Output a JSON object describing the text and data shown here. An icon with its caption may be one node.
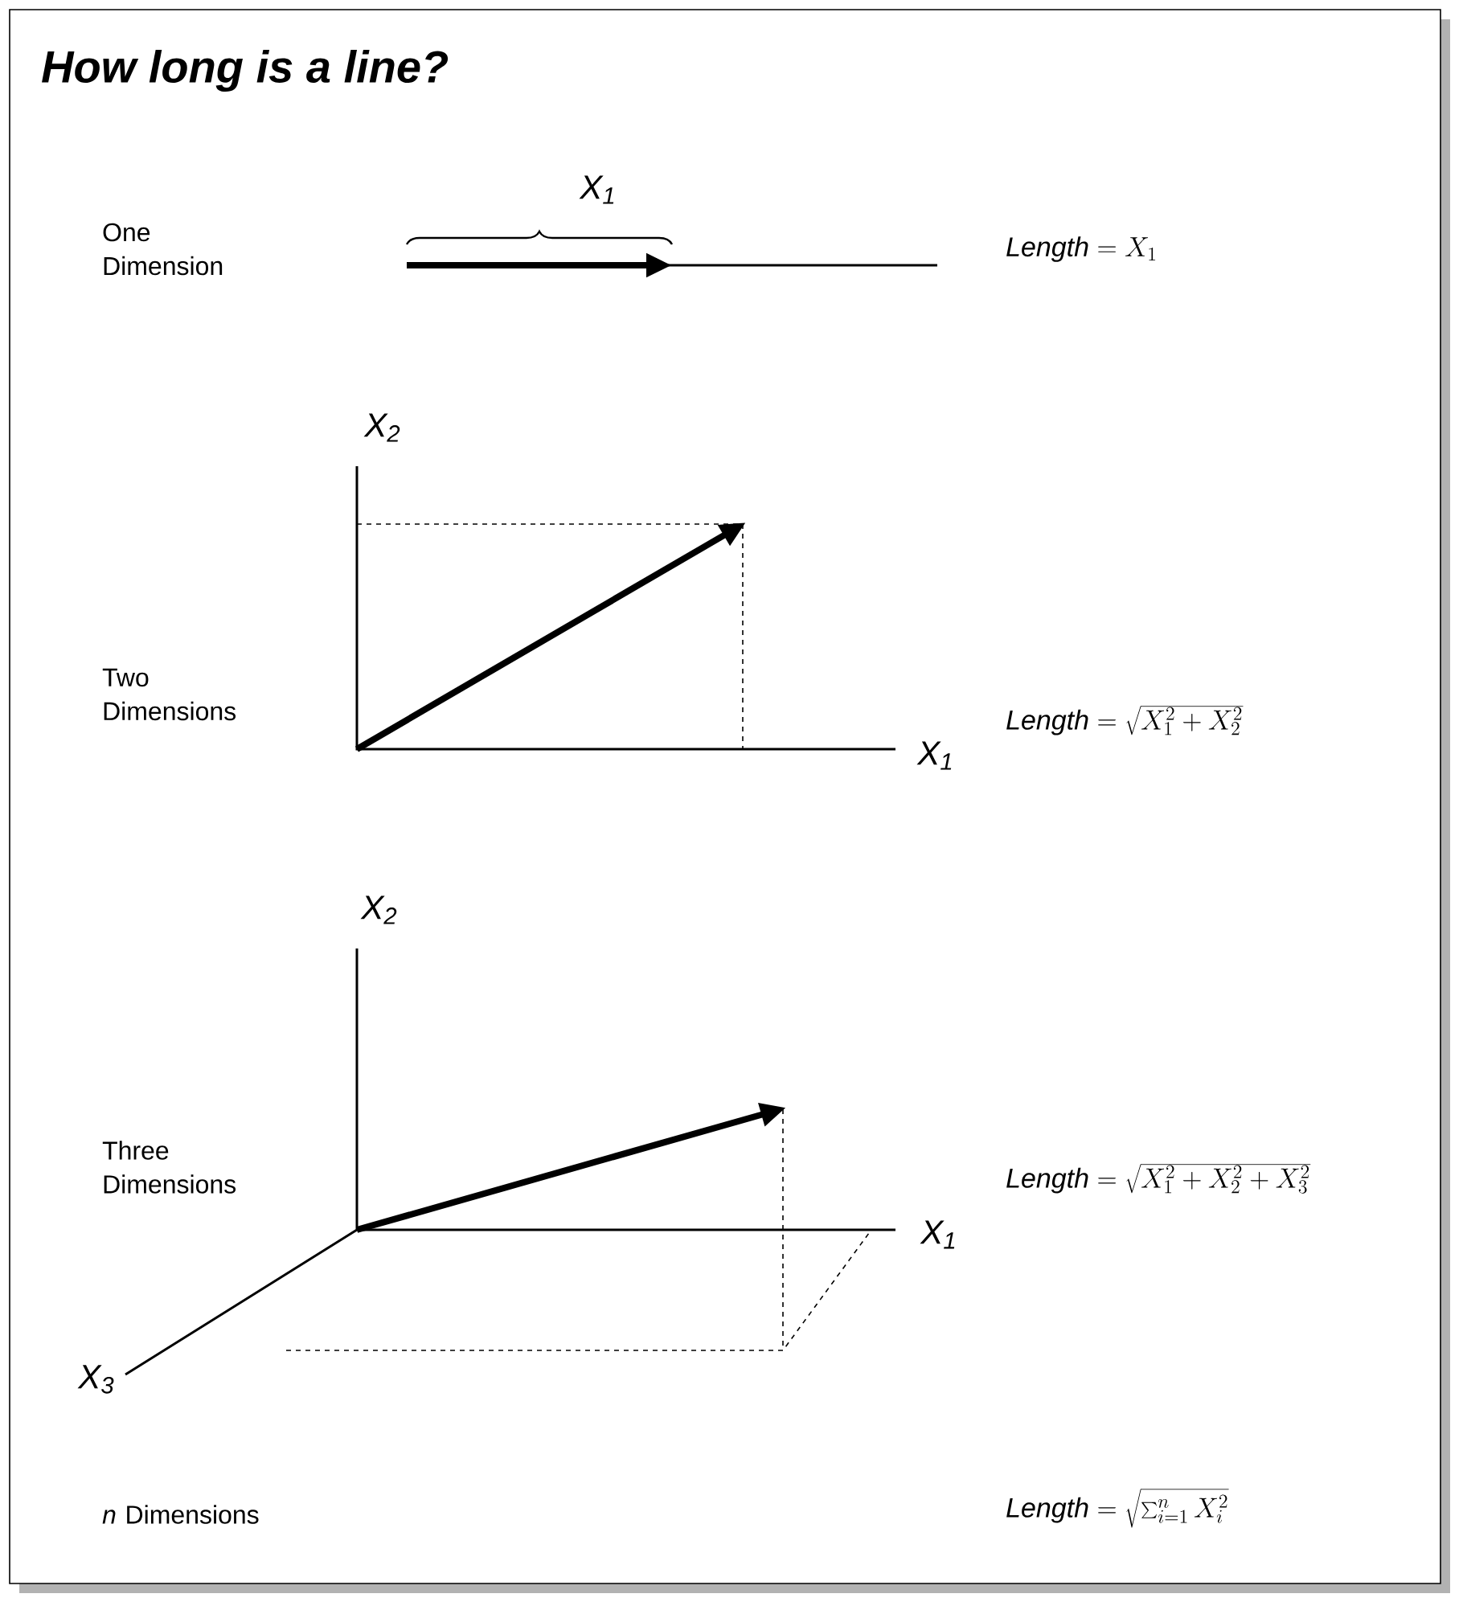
{
  "diagram": {
    "title": "How long is a line?",
    "labels": [
      "X$_{1}$",
      "One Dimension",
      "\\mathit{Length} = X_1",
      "X$_{2}$",
      "Two Dimensions",
      "\\mathit{Length} = \\sqrt{X_1^2 + X_2^2}",
      "X$_{1}$",
      "X$_{2}$",
      "Three Dimensions",
      "\\mathit{Length} = \\sqrt{X_1^2 + X_2^2 + X_3^2}",
      "X$_{1}$",
      "X$_{3}$",
      "*n* Dimensions",
      "\\mathit{Length} = \\sqrt{\\sum_{i=1}^{n} X_i^2}"
    ]
  }
}
